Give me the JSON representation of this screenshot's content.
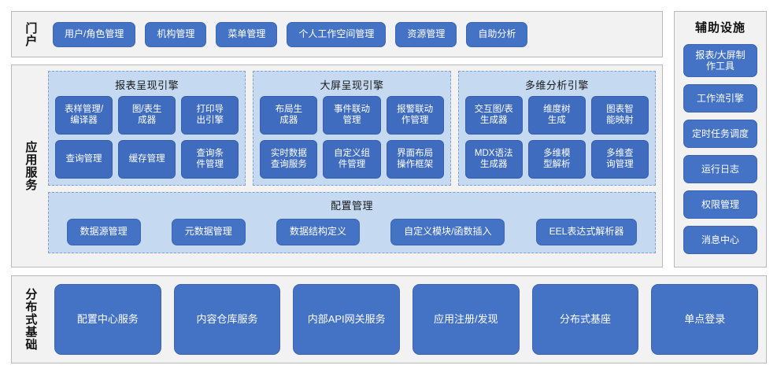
{
  "portal": {
    "label": "门户",
    "items": [
      "用户/角色管理",
      "机构管理",
      "菜单管理",
      "个人工作空间管理",
      "资源管理",
      "自助分析"
    ]
  },
  "aux": {
    "title": "辅助设施",
    "items": [
      "报表/大屏制\n作工具",
      "工作流引擎",
      "定时任务调度",
      "运行日志",
      "权限管理",
      "消息中心"
    ]
  },
  "app_services": {
    "label": "应用服务",
    "engines": [
      {
        "title": "报表呈现引擎",
        "items": [
          "表样管理/\n编译器",
          "图/表生\n成器",
          "打印导\n出引擎",
          "查询管理",
          "缓存管理",
          "查询条\n件管理"
        ]
      },
      {
        "title": "大屏呈现引擎",
        "items": [
          "布局生\n成器",
          "事件联动\n管理",
          "报警联动\n作管理",
          "实时数据\n查询服务",
          "自定义组\n件管理",
          "界面布局\n操作框架"
        ]
      },
      {
        "title": "多维分析引擎",
        "items": [
          "交互图/表\n生成器",
          "维度树\n生成",
          "图表智\n能映射",
          "MDX语法\n生成器",
          "多维模\n型解析",
          "多维查\n询管理"
        ]
      }
    ],
    "config": {
      "title": "配置管理",
      "items": [
        "数据源管理",
        "元数据管理",
        "数据结构定义",
        "自定义模块/函数插入",
        "EEL表达式解析器"
      ]
    }
  },
  "base": {
    "label": "分布式基础",
    "items": [
      "配置中心服务",
      "内容仓库服务",
      "内部API网关服务",
      "应用注册/发现",
      "分布式基座",
      "单点登录"
    ]
  },
  "colors": {
    "button_blue": "#4472c4",
    "button_blue_sub": "#3f6cbf",
    "panel_gray": "#f2f2f2",
    "panel_border": "#b9b9b9",
    "engine_bg": "#c5d9f1",
    "engine_border": "#7f9fd0",
    "text_white": "#ffffff",
    "text_dark": "#111111"
  }
}
